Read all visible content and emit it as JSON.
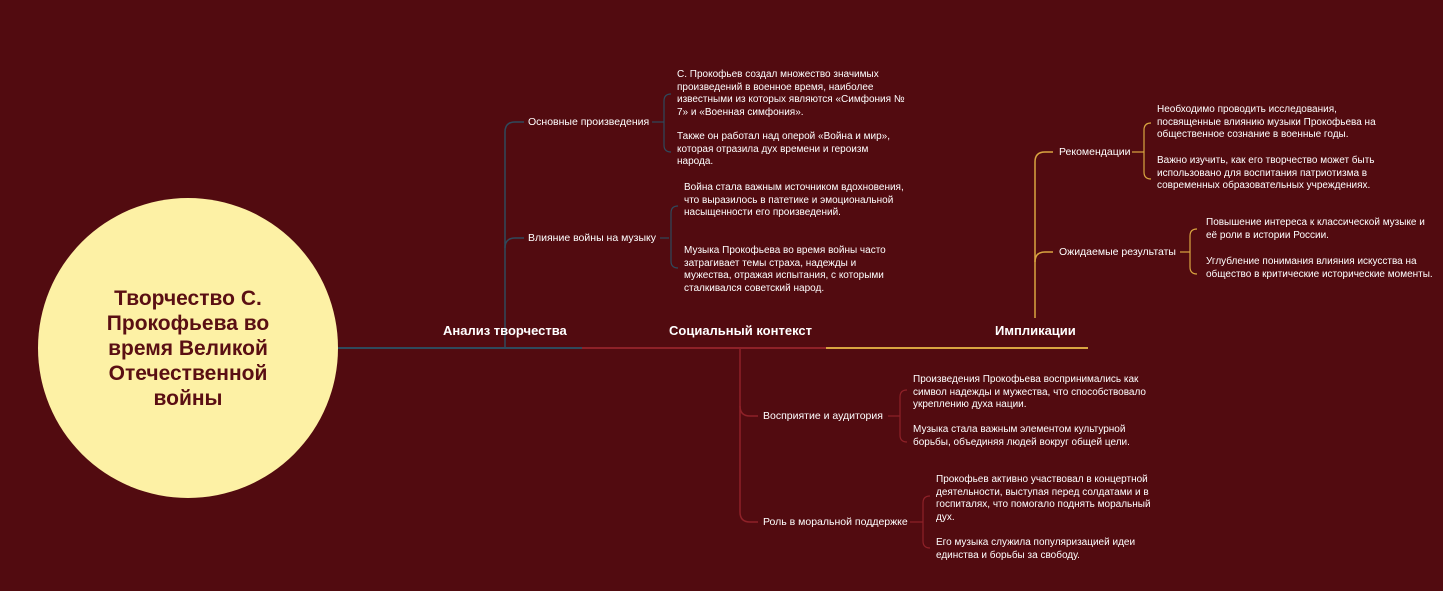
{
  "center": {
    "title": "Творчество С. Прокофьева во время Великой Отечественной войны"
  },
  "colors": {
    "background": "#520b10",
    "center_fill": "#fdf1a5",
    "center_text": "#5a0f13",
    "branch_analysis": "#2f4a5c",
    "branch_social": "#8e2128",
    "branch_implications": "#d9a541"
  },
  "branches": {
    "analysis": {
      "label": "Анализ творчества",
      "subs": [
        {
          "label": "Основные произведения",
          "leaves": [
            "С. Прокофьев создал множество значимых произведений в военное время, наиболее известными из которых являются «Симфония № 7» и «Военная симфония».",
            "Также он работал над оперой «Война и мир», которая отразила дух времени и героизм народа."
          ]
        },
        {
          "label": "Влияние войны на музыку",
          "leaves": [
            "Война стала важным источником вдохновения, что выразилось в патетике и эмоциональной насыщенности его произведений.",
            "Музыка Прокофьева во время войны часто затрагивает темы страха, надежды и мужества, отражая испытания, с которыми сталкивался советский народ."
          ]
        }
      ]
    },
    "social": {
      "label": "Социальный контекст",
      "subs": [
        {
          "label": "Восприятие и аудитория",
          "leaves": [
            "Произведения Прокофьева воспринимались как символ надежды и мужества, что способствовало укреплению духа нации.",
            "Музыка стала важным элементом культурной борьбы, объединяя людей вокруг общей цели."
          ]
        },
        {
          "label": "Роль в моральной поддержке",
          "leaves": [
            "Прокофьев активно участвовал в концертной деятельности, выступая перед солдатами и в госпиталях, что помогало поднять моральный дух.",
            "Его музыка служила популяризацией идеи единства и борьбы за свободу."
          ]
        }
      ]
    },
    "implications": {
      "label": "Импликации",
      "subs": [
        {
          "label": "Рекомендации",
          "leaves": [
            "Необходимо проводить исследования, посвященные влиянию музыки Прокофьева на общественное сознание в военные годы.",
            "Важно изучить, как его творчество может быть использовано для воспитания патриотизма в современных образовательных учреждениях."
          ]
        },
        {
          "label": "Ожидаемые результаты",
          "leaves": [
            "Повышение интереса к классической музыке и её роли в истории России.",
            "Углубление понимания влияния искусства на общество в критические исторические моменты."
          ]
        }
      ]
    }
  }
}
